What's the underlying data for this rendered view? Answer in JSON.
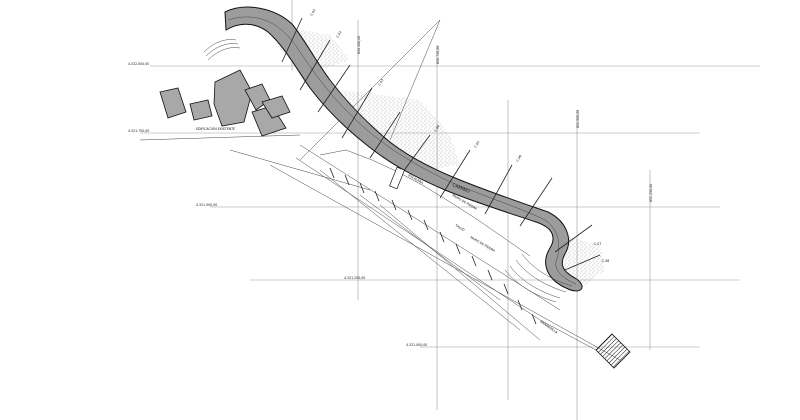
{
  "plan": {
    "colors": {
      "road_fill": "#9c9c9c",
      "building_fill": "#a8a8a8",
      "ink": "#111111",
      "grid": "#9a9a9a"
    },
    "grid_labels": {
      "h1": "4.322.000,00",
      "h2": "4.321.750,00",
      "h3": "4.321.500,00",
      "h4": "4.321.250,00",
      "h5": "4.321.000,00",
      "v1": "650.500,00",
      "v2": "650.750,00",
      "v3": "651.000,00",
      "v4": "651.250,00"
    },
    "road_label": "CAMINO",
    "section_labels": [
      "C.01",
      "C.02",
      "C.03",
      "C.04",
      "C.05",
      "C.06",
      "C.07",
      "C.08"
    ],
    "annotations": {
      "a1": "MURO DE PIEDRA",
      "a2": "MURO DE PIEDRA",
      "a3": "ESCALERA",
      "a4": "BARANDILLA",
      "a5": "EDIFICACIÓN EXISTENTE",
      "a6": "TALUD"
    },
    "icons": {
      "hatched_block": "north-marker-block",
      "vegetation": "stipple-vegetation"
    }
  }
}
